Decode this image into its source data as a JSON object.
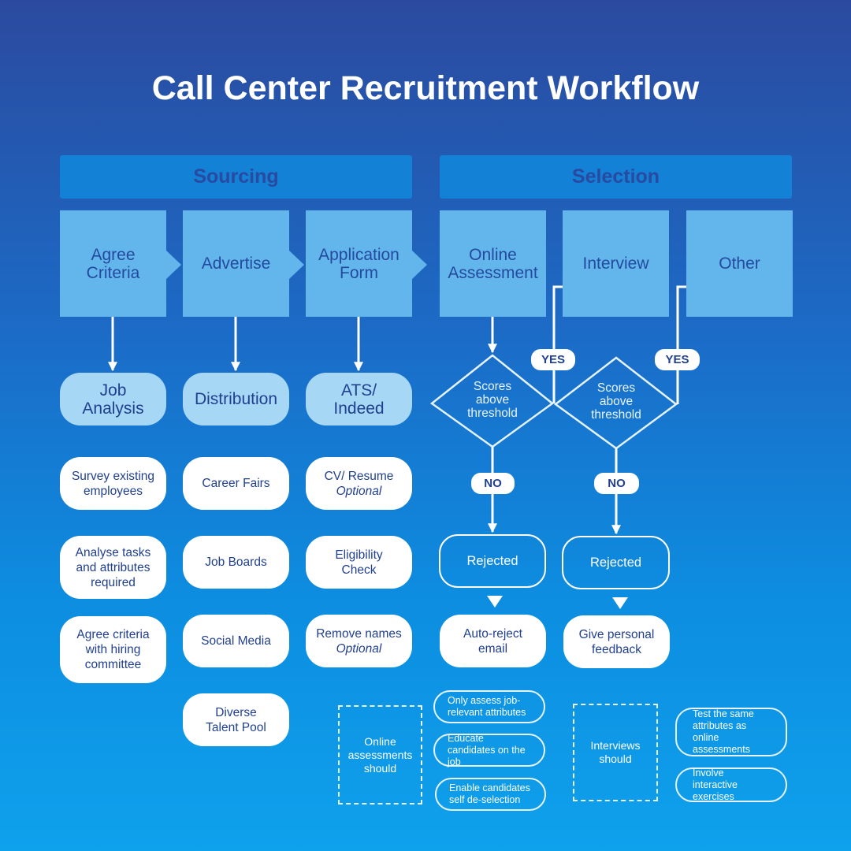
{
  "title": "Call Center Recruitment Workflow",
  "phases": {
    "sourcing": "Sourcing",
    "selection": "Selection"
  },
  "stages": {
    "agree_criteria": "Agree Criteria",
    "advertise": "Advertise",
    "application_form": "Application Form",
    "online_assessment": "Online Assessment",
    "interview": "Interview",
    "other": "Other"
  },
  "categories": {
    "job_analysis": "Job Analysis",
    "distribution": "Distribution",
    "ats_indeed": "ATS/ Indeed"
  },
  "job_analysis_items": [
    "Survey existing employees",
    "Analyse tasks and attributes required",
    "Agree criteria with hiring committee"
  ],
  "distribution_items": [
    "Career Fairs",
    "Job Boards",
    "Social Media",
    "Diverse Talent Pool"
  ],
  "application_items": [
    {
      "text": "CV/ Resume",
      "note": "Optional"
    },
    {
      "text": "Eligibility Check",
      "note": ""
    },
    {
      "text": "Remove names",
      "note": "Optional"
    }
  ],
  "decisions": {
    "assessment": "Scores above threshold",
    "interview": "Scores above threshold",
    "yes": "YES",
    "no": "NO"
  },
  "outcomes": {
    "assessment_rejected": "Rejected",
    "interview_rejected": "Rejected",
    "assessment_followup": "Auto-reject email",
    "interview_followup": "Give personal feedback"
  },
  "guidance": {
    "online": {
      "heading": "Online assessments should",
      "tips": [
        "Only assess job-relevant attributes",
        "Educate candidates on the job",
        "Enable candidates self de-selection"
      ]
    },
    "interviews": {
      "heading": "Interviews should",
      "tips": [
        "Test the same attributes as online assessments",
        "Involve interactive exercises"
      ]
    }
  },
  "colors": {
    "background_top": "#2b4a9f",
    "background_bottom": "#0ea1ec",
    "phase_header": "#1281d6",
    "stage_box": "#62b6ec",
    "category_pill": "#a6d8f6",
    "text_dark": "#203f8f",
    "white": "#ffffff"
  }
}
